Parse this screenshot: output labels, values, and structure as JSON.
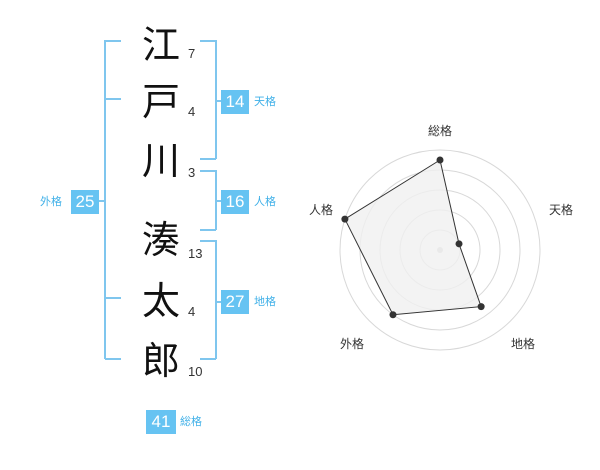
{
  "name_chars": [
    {
      "char": "江",
      "strokes": "7"
    },
    {
      "char": "戸",
      "strokes": "4"
    },
    {
      "char": "川",
      "strokes": "3"
    },
    {
      "char": "湊",
      "strokes": "13"
    },
    {
      "char": "太",
      "strokes": "4"
    },
    {
      "char": "郎",
      "strokes": "10"
    }
  ],
  "fortunes": {
    "tenkaku": {
      "label": "天格",
      "value": "14"
    },
    "jinkaku": {
      "label": "人格",
      "value": "16"
    },
    "chikaku": {
      "label": "地格",
      "value": "27"
    },
    "gaikaku": {
      "label": "外格",
      "value": "25"
    },
    "soukaku": {
      "label": "総格",
      "value": "41"
    }
  },
  "chart_data": {
    "type": "radar",
    "axes": [
      "総格",
      "天格",
      "地格",
      "外格",
      "人格"
    ],
    "values": [
      4.5,
      1,
      3.5,
      4,
      5
    ],
    "max": 5,
    "rings": 5,
    "colors": {
      "fill": "#f0f0f0",
      "stroke": "#333333",
      "ring": "#d8d8d8",
      "point": "#333333"
    }
  }
}
